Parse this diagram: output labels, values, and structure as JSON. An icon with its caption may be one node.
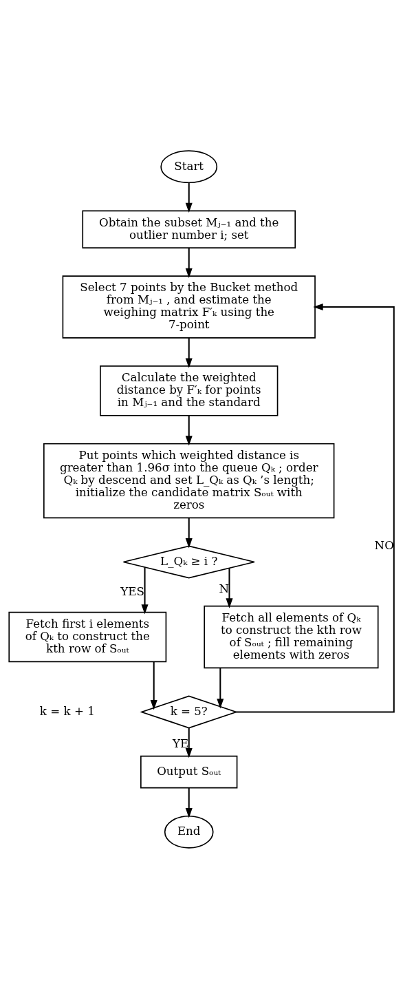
{
  "diagram": {
    "nodes": [
      {
        "text": [
          "Start"
        ]
      },
      {
        "text": [
          "Obtain the subset Mⱼ₋₁ and the outlier number i; set"
        ]
      },
      {
        "text": [
          "Select 7 points by the Bucket method from Mⱼ₋₁ , and estimate the weighing matrix F′ₖ using the 7-point"
        ]
      },
      {
        "text": [
          "Calculate the weighted distance by F′ₖ for points in Mⱼ₋₁ and the standard"
        ]
      },
      {
        "text": [
          "Put points which weighted distance is greater than 1.96σ into the queue Qₖ ; order Qₖ by descend and set L_Qₖ as Qₖ ’s length; initialize the candidate matrix Sₒᵤₜ with zeros"
        ]
      },
      {
        "text": [
          "L_Qₖ ≥ i ?"
        ]
      },
      {
        "text": [
          "Fetch first i elements of Qₖ to construct the kth row of Sₒᵤₜ"
        ]
      },
      {
        "text": [
          "Fetch all elements of Qₖ to construct the kth row of Sₒᵤₜ ; fill remaining elements with zeros"
        ]
      },
      {
        "text": [
          "k = 5?"
        ]
      },
      {
        "text": [
          "Output Sₒᵤₜ"
        ]
      },
      {
        "text": [
          "End"
        ]
      }
    ],
    "edges": [
      {
        "from": 0,
        "to": 1,
        "arrow": "to"
      },
      {
        "from": 1,
        "to": 2,
        "arrow": "to"
      },
      {
        "from": 2,
        "to": 3,
        "arrow": "to"
      },
      {
        "from": 3,
        "to": 4,
        "arrow": "to"
      },
      {
        "from": 4,
        "to": 5,
        "arrow": "to"
      },
      {
        "from": 5,
        "to": 6,
        "label": "YES",
        "arrow": "to"
      },
      {
        "from": 5,
        "to": 7,
        "label": "N",
        "arrow": "to"
      },
      {
        "from": 6,
        "to": 8,
        "arrow": "to"
      },
      {
        "from": 7,
        "to": 8,
        "arrow": "to"
      },
      {
        "from": 8,
        "to": 2,
        "label": "NO",
        "arrow": "to"
      },
      {
        "from": 8,
        "to": 9,
        "label": "YE",
        "arrow": "to"
      },
      {
        "from": 9,
        "to": 10,
        "arrow": "to"
      }
    ],
    "labels": [
      "k = k + 1"
    ]
  }
}
